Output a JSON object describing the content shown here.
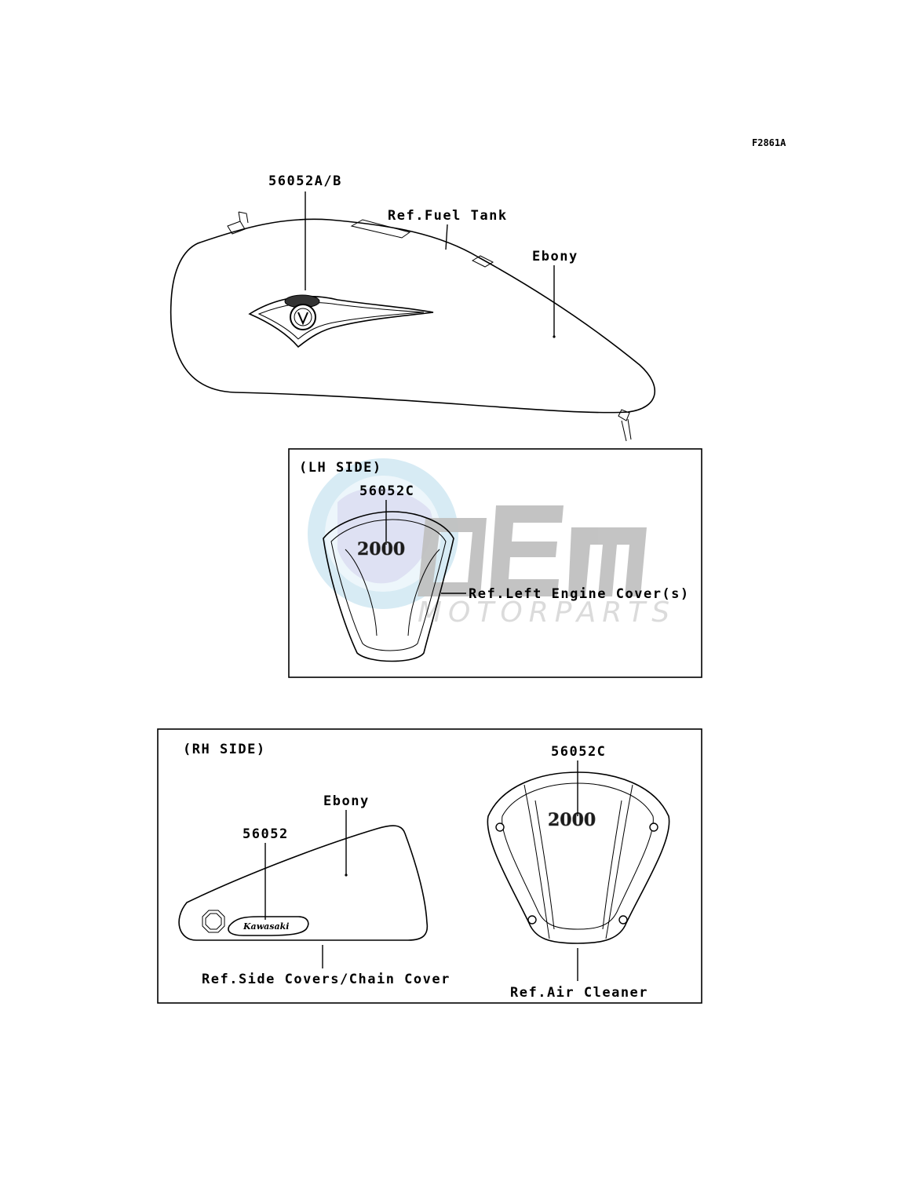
{
  "figure_code": "F2861A",
  "fuel_tank": {
    "part_label": "56052A/B",
    "ref_label": "Ref.Fuel Tank",
    "color_label": "Ebony"
  },
  "lh_side": {
    "title": "(LH SIDE)",
    "part_label": "56052C",
    "badge_text": "2000",
    "ref_label": "Ref.Left Engine Cover(s)"
  },
  "rh_side": {
    "title": "(RH SIDE)",
    "side_cover": {
      "part_label": "56052",
      "color_label": "Ebony",
      "emblem_text": "Kawasaki",
      "ref_label": "Ref.Side Covers/Chain Cover"
    },
    "air_cleaner": {
      "part_label": "56052C",
      "badge_text": "2000",
      "ref_label": "Ref.Air Cleaner"
    }
  },
  "watermark": {
    "brand_text": "MOTORPARTS",
    "colors": {
      "globe": "#9ecfe6",
      "letters": "#a8a8a8",
      "text": "#d0d0d0"
    }
  }
}
